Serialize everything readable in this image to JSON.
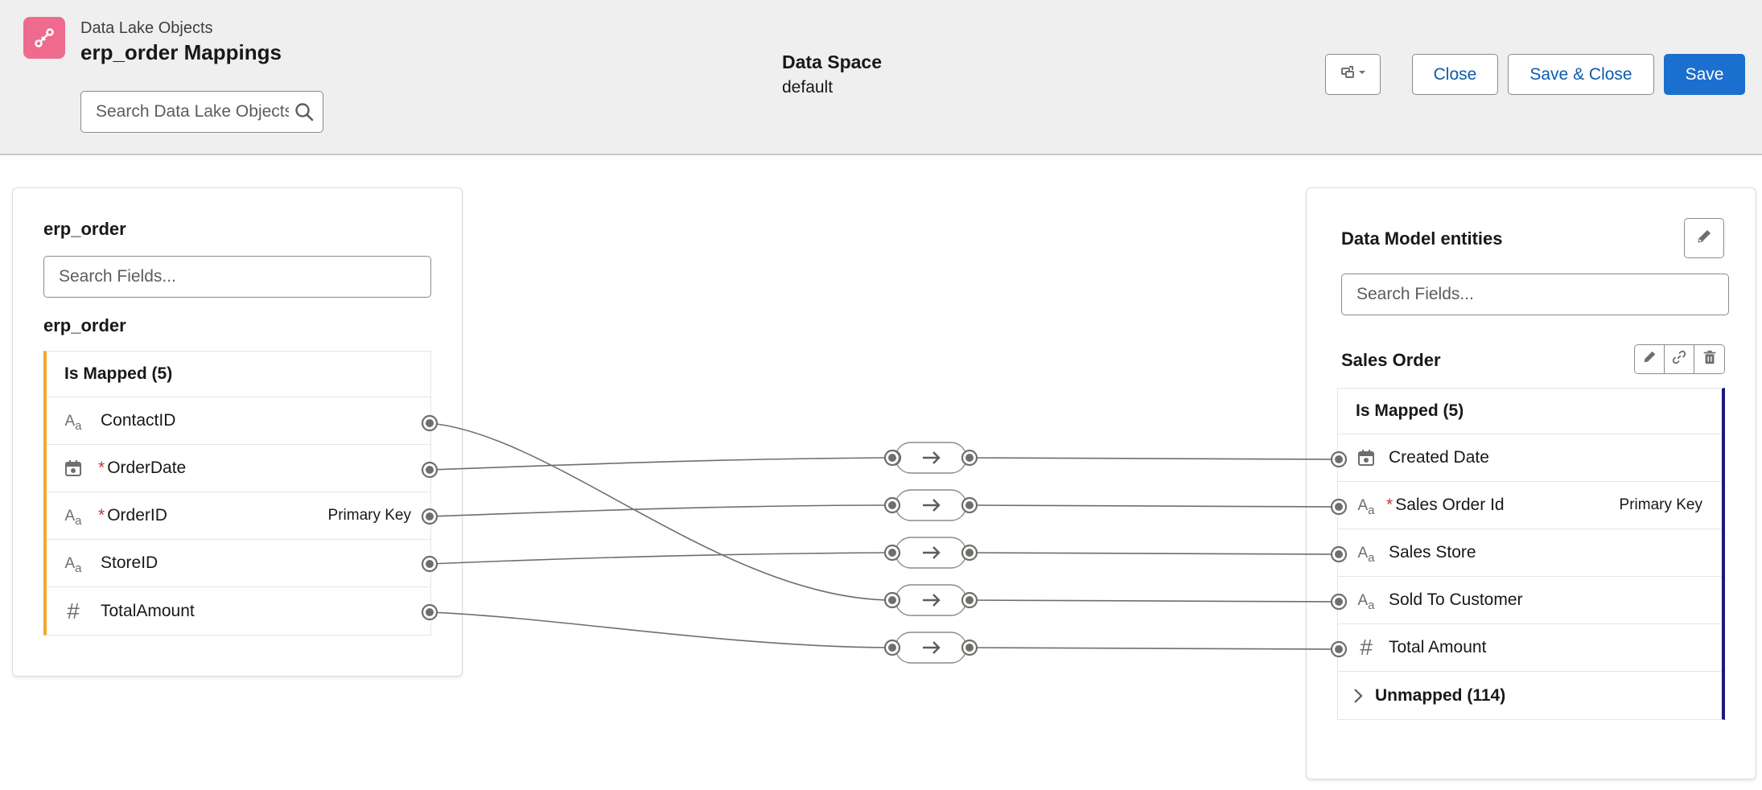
{
  "header": {
    "breadcrumb": "Data Lake Objects",
    "title": "erp_order Mappings",
    "search_placeholder": "Search Data Lake Objects",
    "data_space_label": "Data Space",
    "data_space_value": "default",
    "buttons": {
      "close": "Close",
      "save_close": "Save & Close",
      "save": "Save"
    }
  },
  "left_panel": {
    "title": "erp_order",
    "search_placeholder": "Search Fields...",
    "object_name": "erp_order",
    "group_label": "Is Mapped (5)",
    "fields": [
      {
        "name": "ContactID",
        "type": "text",
        "required": "",
        "key": ""
      },
      {
        "name": "OrderDate",
        "type": "date",
        "required": "*",
        "key": ""
      },
      {
        "name": "OrderID",
        "type": "text",
        "required": "*",
        "key": "Primary Key"
      },
      {
        "name": "StoreID",
        "type": "text",
        "required": "",
        "key": ""
      },
      {
        "name": "TotalAmount",
        "type": "number",
        "required": "",
        "key": ""
      }
    ]
  },
  "right_panel": {
    "title": "Data Model entities",
    "search_placeholder": "Search Fields...",
    "object_name": "Sales Order",
    "group_label": "Is Mapped (5)",
    "fields": [
      {
        "name": "Created Date",
        "type": "date",
        "required": "",
        "key": ""
      },
      {
        "name": "Sales Order Id",
        "type": "text",
        "required": "*",
        "key": "Primary Key"
      },
      {
        "name": "Sales Store",
        "type": "text",
        "required": "",
        "key": ""
      },
      {
        "name": "Sold To Customer",
        "type": "text",
        "required": "",
        "key": ""
      },
      {
        "name": "Total Amount",
        "type": "number",
        "required": "",
        "key": ""
      }
    ],
    "unmapped_label": "Unmapped (114)"
  },
  "mappings": [
    {
      "source": "ContactID",
      "target": "Sold To Customer"
    },
    {
      "source": "OrderDate",
      "target": "Created Date"
    },
    {
      "source": "OrderID",
      "target": "Sales Order Id"
    },
    {
      "source": "StoreID",
      "target": "Sales Store"
    },
    {
      "source": "TotalAmount",
      "target": "Total Amount"
    }
  ],
  "colors": {
    "app_icon": "#ef6b8e",
    "brand_button": "#1b6fcf",
    "mapped_left_accent": "#f0a830",
    "mapped_right_accent": "#1a1a7a",
    "connector": "#706e6b"
  },
  "icons": {
    "app": "mapping-link-icon",
    "header_search": "search-icon",
    "view_menu": "swap-view-icon",
    "edit": "pencil-icon",
    "link": "link-icon",
    "delete": "trash-icon",
    "text_field": "text-type-icon",
    "date_field": "calendar-icon",
    "number_field": "hash-icon",
    "expand": "chevron-right-icon",
    "transform": "arrow-right-icon"
  }
}
